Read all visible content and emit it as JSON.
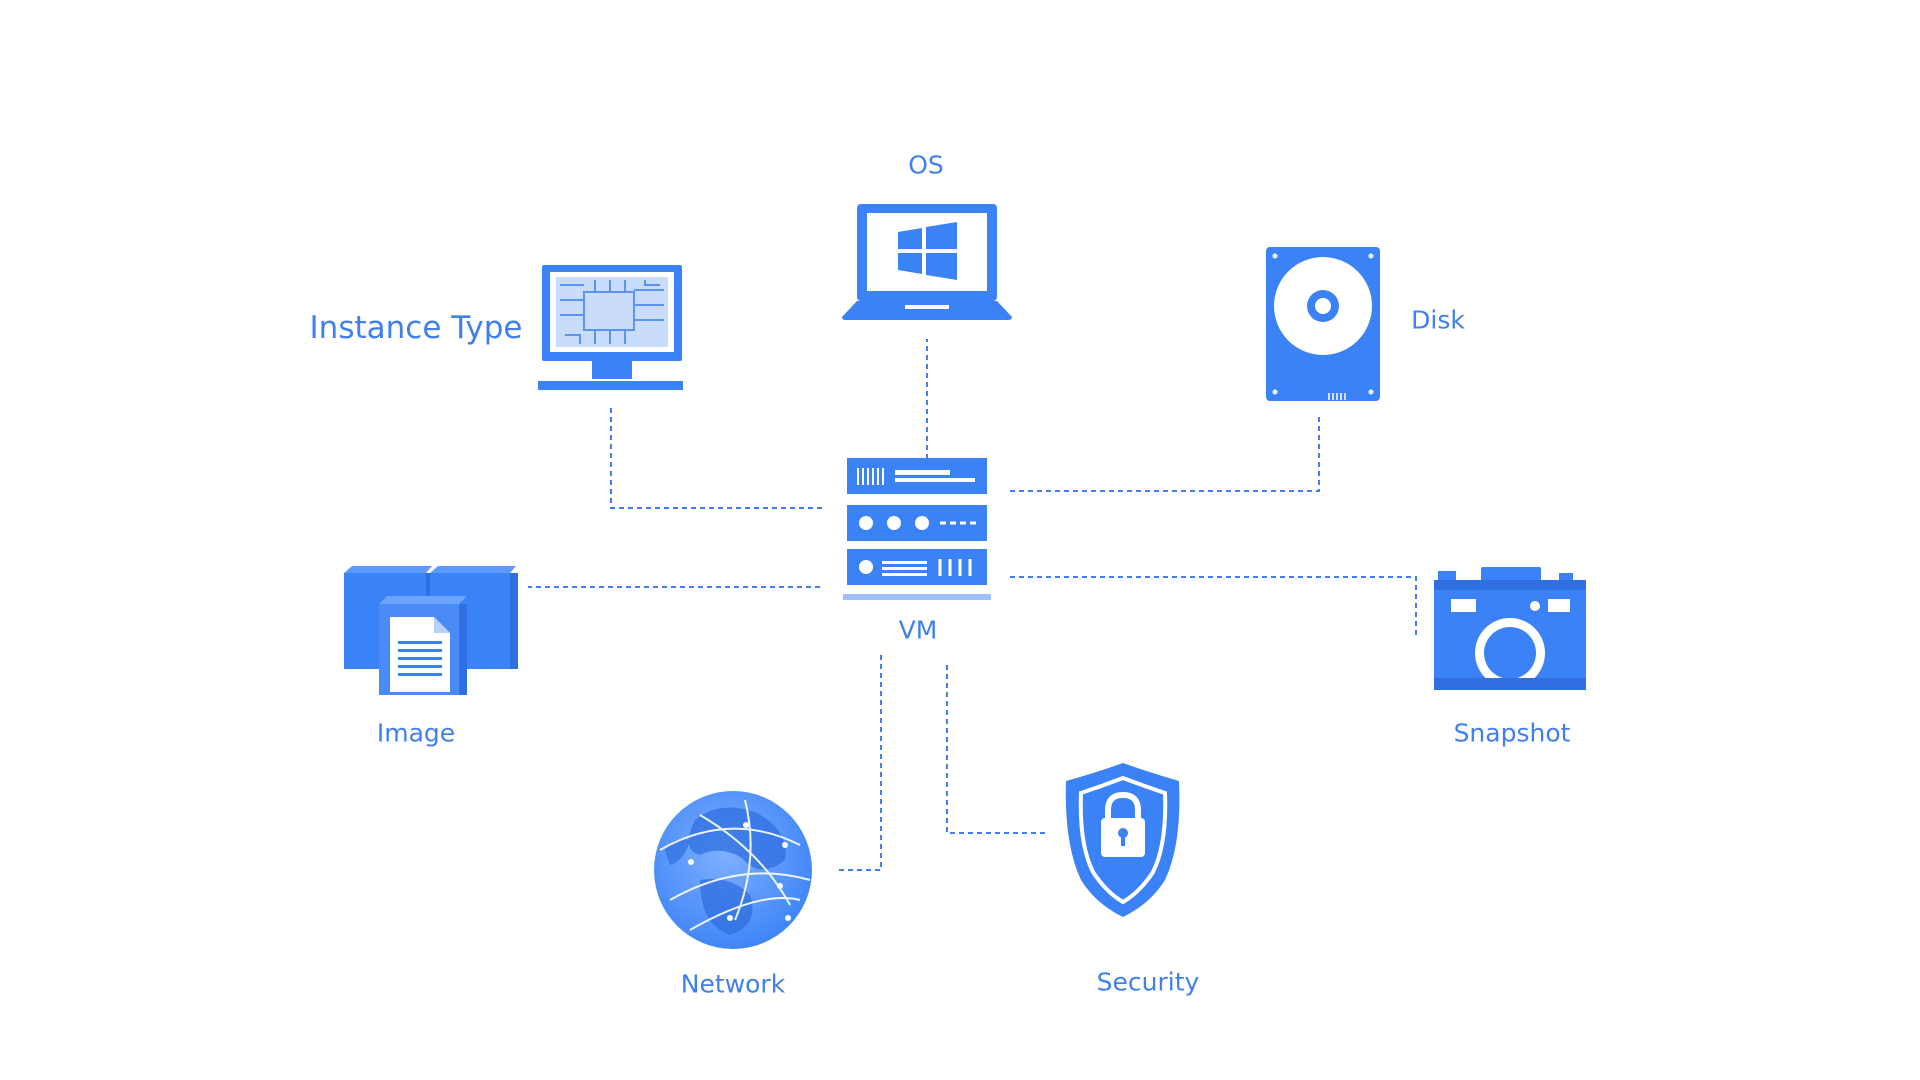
{
  "colors": {
    "primary": "#3f7ff0",
    "icon_blue": "#3b82f6",
    "light_blue": "#9fc1fb",
    "background": "#ffffff"
  },
  "nodes": {
    "vm": {
      "label": "VM",
      "icon": "server-rack-icon"
    },
    "instance_type": {
      "label": "Instance Type",
      "icon": "monitor-chip-icon"
    },
    "os": {
      "label": "OS",
      "icon": "laptop-windows-icon"
    },
    "disk": {
      "label": "Disk",
      "icon": "hard-disk-icon"
    },
    "image": {
      "label": "Image",
      "icon": "image-files-icon"
    },
    "snapshot": {
      "label": "Snapshot",
      "icon": "camera-icon"
    },
    "network": {
      "label": "Network",
      "icon": "globe-icon"
    },
    "security": {
      "label": "Security",
      "icon": "shield-lock-icon"
    }
  },
  "edges": [
    {
      "from": "vm",
      "to": "instance_type"
    },
    {
      "from": "vm",
      "to": "os"
    },
    {
      "from": "vm",
      "to": "disk"
    },
    {
      "from": "vm",
      "to": "image"
    },
    {
      "from": "vm",
      "to": "snapshot"
    },
    {
      "from": "vm",
      "to": "network"
    },
    {
      "from": "vm",
      "to": "security"
    }
  ]
}
